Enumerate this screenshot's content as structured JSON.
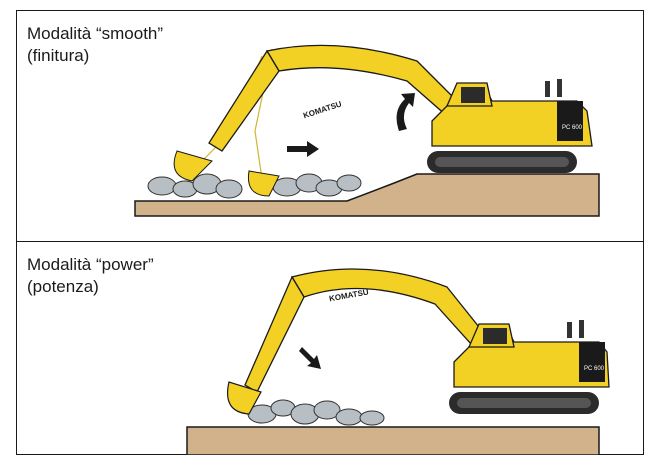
{
  "panels": [
    {
      "title": "Modalità “smooth”",
      "subtitle": "(finitura)"
    },
    {
      "title": "Modalità “power”",
      "subtitle": "(potenza)"
    }
  ],
  "brand_text": "KOMATSU",
  "model_text": "PC 600",
  "colors": {
    "machine": "#f2d024",
    "machine_dark": "#c9a80e",
    "ground": "#d2b28a",
    "rock": "#b8bfc4",
    "track": "#2b2b2b",
    "outline": "#1a1a1a"
  },
  "icons": [
    "movement-arrow-icon",
    "rotation-arrow-icon"
  ]
}
